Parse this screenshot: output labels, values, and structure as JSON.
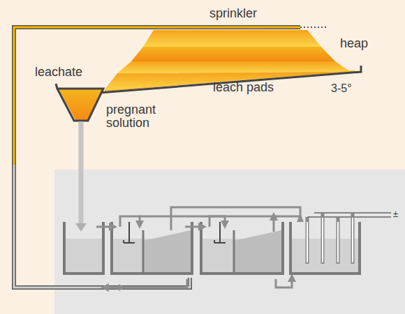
{
  "diagram": {
    "labels": [
      "sprinkler",
      "heap",
      "leachate",
      "pregnant solution",
      "leach pads",
      "3-5°",
      "±"
    ]
  }
}
